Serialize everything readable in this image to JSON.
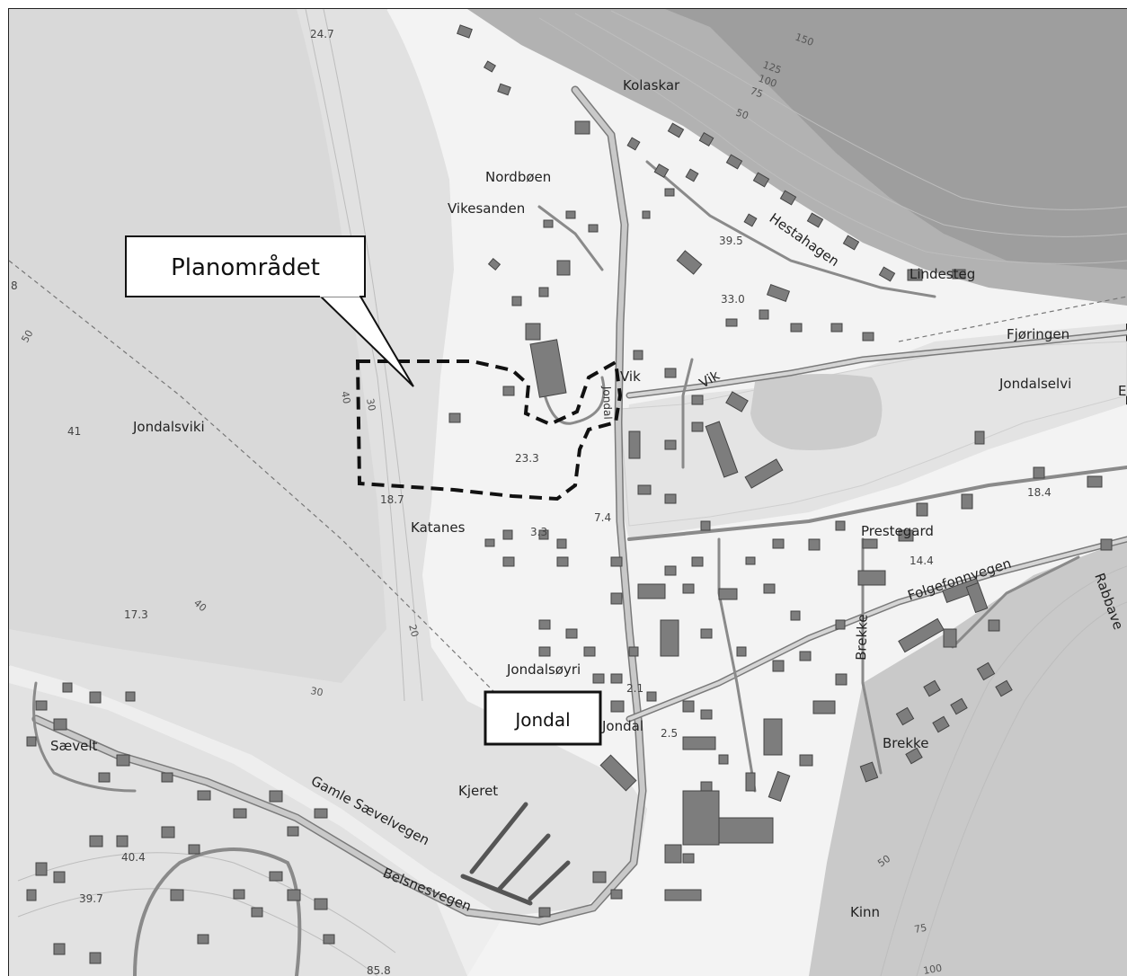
{
  "callouts": {
    "plan_area": "Planområdet",
    "jondal": "Jondal"
  },
  "place_names": {
    "kolaskar": "Kolaskar",
    "nordboen": "Nordbøen",
    "vikesanden": "Vikesanden",
    "hestahagen": "Hestahagen",
    "lindesteg": "Lindesteg",
    "fjoringen": "Fjøringen",
    "jondalselvi": "Jondalselvi",
    "vik": "Vik",
    "vik_road": "Vik",
    "jondalsviki": "Jondalsviki",
    "katanes": "Katanes",
    "prestegard": "Prestegard",
    "folgefonnvegen": "Folgefonnvegen",
    "rabbave": "Rabbave",
    "brekke_road": "Brekke",
    "brekke": "Brekke",
    "jondalsoyri": "Jondalsøyri",
    "jondal_town": "Jondal",
    "saevelt": "Sævelt",
    "gamle_saevelt": "Gamle Sævelvegen",
    "kjeret": "Kjeret",
    "belsnesvegen": "Belsnesvegen",
    "kinn": "Kinn",
    "jondal_road": "Jondal",
    "e_edge": "E"
  },
  "spot_heights": {
    "h1": "24.7",
    "h2": "39.5",
    "h3": "33.0",
    "h4": "23.3",
    "h5": "18.7",
    "h6": "7.4",
    "h7": "3.3",
    "h8": "18.4",
    "h9": "14.4",
    "h10": "41",
    "h11": "17.3",
    "h12": "2.1",
    "h13": "2.5",
    "h14": "40.4",
    "h15": "39.7",
    "h16": "85.8",
    "h17": "8"
  },
  "contour_labels": {
    "c150": "150",
    "c125": "125",
    "c100": "100",
    "c75": "75",
    "c50": "50",
    "c40": "40",
    "c30": "30",
    "c50w": "50",
    "c40w": "40",
    "c20": "20",
    "c30s": "30",
    "c50se": "50",
    "c75se": "75",
    "c100se": "100"
  },
  "colors": {
    "sea": "#e3e3e3",
    "land": "#f4f4f4",
    "mountain": "#a9a9a9",
    "building": "#7d7d7d",
    "road": "#bdbdbd",
    "road_edge": "#8a8a8a",
    "plan_border": "#111111"
  }
}
